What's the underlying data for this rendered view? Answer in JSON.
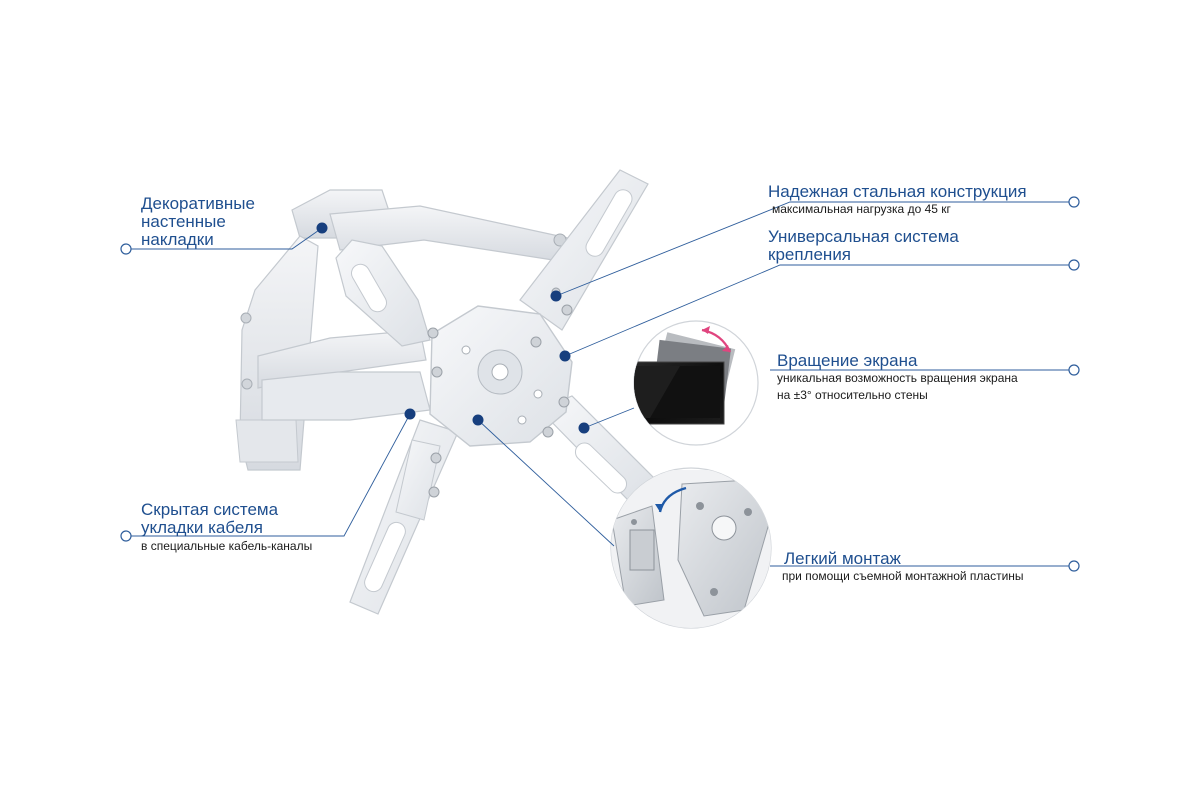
{
  "labels": {
    "decorative": {
      "title": [
        "Декоративные",
        "настенные",
        "накладки"
      ]
    },
    "steel": {
      "title": "Надежная стальная конструкция",
      "subtitle": "максимальная нагрузка до 45 кг"
    },
    "universal": {
      "title": [
        "Универсальная система",
        "крепления"
      ]
    },
    "rotation": {
      "title": "Вращение экрана",
      "subtitle": [
        "уникальная возможность вращения экрана",
        "на ±3° относительно стены"
      ]
    },
    "cable": {
      "title": [
        "Скрытая система",
        "укладки кабеля"
      ],
      "subtitle": "в специальные кабель-каналы"
    },
    "mounting": {
      "title": "Легкий монтаж",
      "subtitle": "при помощи съемной монтажной пластины"
    }
  },
  "colors": {
    "accent": "#1f4f8f",
    "dot": "#173f7e",
    "line": "#2f5e9c",
    "arrow_rotation": "#e0457f",
    "arrow_mount": "#1f5aa8",
    "bracket": "#eef0f3",
    "bracket_edge": "#c9cdd3"
  },
  "icons": {
    "callout_end": "open-circle-icon",
    "callout_anchor": "filled-dot-icon",
    "rotation_arrow": "curved-double-arrow-icon",
    "mount_arrow": "curved-arrow-icon"
  }
}
